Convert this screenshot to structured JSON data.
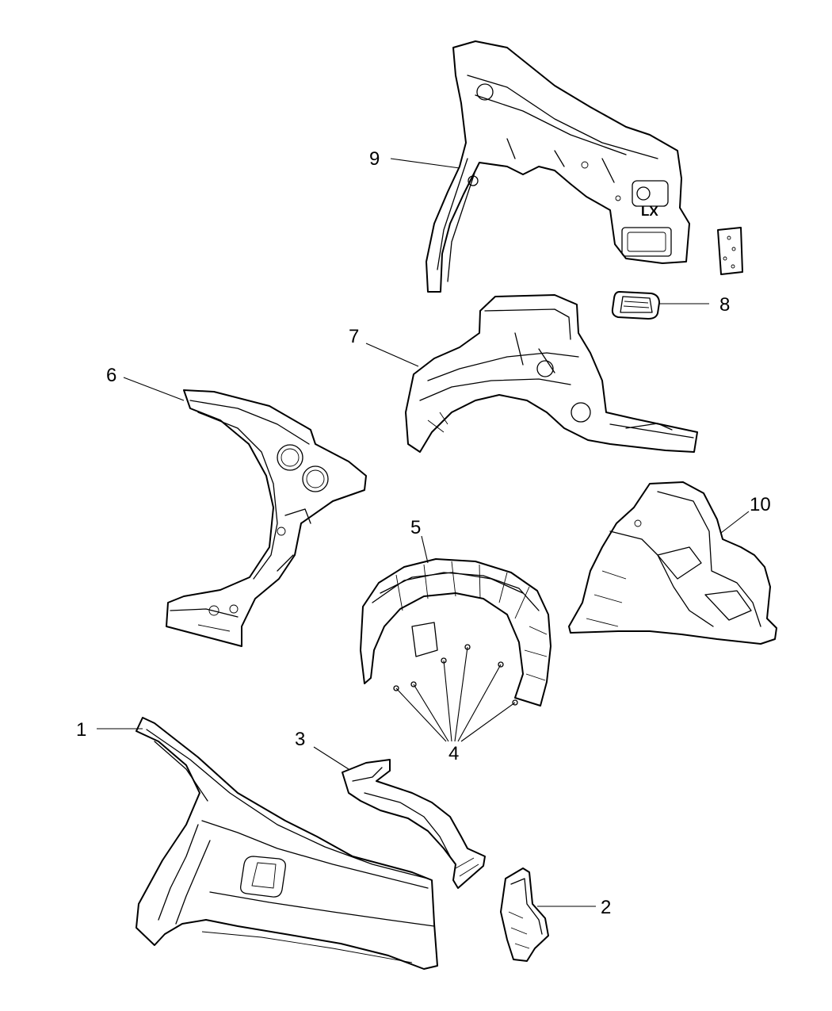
{
  "diagram": {
    "stamp_text": "LX",
    "callouts": [
      {
        "id": "1",
        "label": "1"
      },
      {
        "id": "2",
        "label": "2"
      },
      {
        "id": "3",
        "label": "3"
      },
      {
        "id": "4",
        "label": "4"
      },
      {
        "id": "5",
        "label": "5"
      },
      {
        "id": "6",
        "label": "6"
      },
      {
        "id": "7",
        "label": "7"
      },
      {
        "id": "8",
        "label": "8"
      },
      {
        "id": "9",
        "label": "9"
      },
      {
        "id": "10",
        "label": "10"
      }
    ]
  }
}
